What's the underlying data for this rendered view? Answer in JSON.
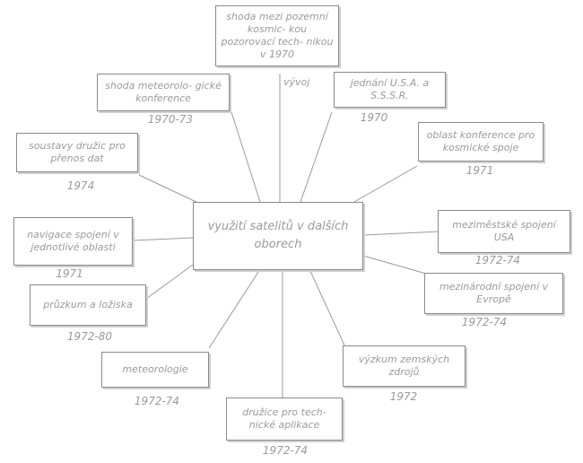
{
  "center": "využití satelitů v dalších oborech",
  "label_vyvoj": "vývoj",
  "nodes": [
    {
      "text": "shoda mezi pozemní kosmic- kou pozorovací tech- nikou v 1970",
      "year": ""
    },
    {
      "text": "shoda meteorolo- gické konference",
      "year": "1970-73"
    },
    {
      "text": "jednání U.S.A. a S.S.S.R.",
      "year": "1970"
    },
    {
      "text": "oblast konference pro kosmické spoje",
      "year": "1971"
    },
    {
      "text": "soustavy družic pro přenos dat",
      "year": "1974"
    },
    {
      "text": "navigace spojení v jednotlivé oblasti",
      "year": "1971"
    },
    {
      "text": "meziměstské spojení USA",
      "year": "1972-74"
    },
    {
      "text": "mezinárodní spojení v Evropě",
      "year": "1972-74"
    },
    {
      "text": "průzkum a ložiska",
      "year": "1972-80"
    },
    {
      "text": "meteorologie",
      "year": "1972-74"
    },
    {
      "text": "družice pro tech- nické aplikace",
      "year": "1972-74"
    },
    {
      "text": "výzkum zemských zdrojů",
      "year": "1972"
    }
  ]
}
